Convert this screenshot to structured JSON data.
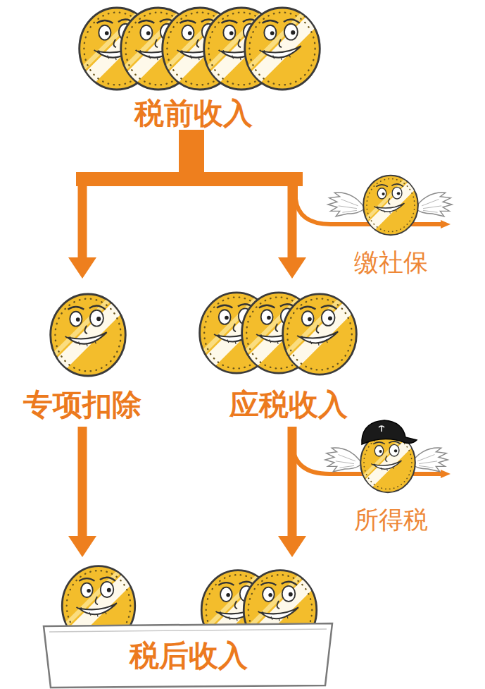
{
  "diagram": {
    "nodes": [
      {
        "text": [
          "税前收入"
        ]
      },
      {
        "text": [
          "缴社保"
        ]
      },
      {
        "text": [
          "专项扣除"
        ]
      },
      {
        "text": [
          "应税收入"
        ]
      },
      {
        "text": [
          "所得税"
        ]
      },
      {
        "text": [
          "税后收入"
        ]
      }
    ],
    "edges": [
      {
        "from": 0,
        "to": 2,
        "arrow": "to"
      },
      {
        "from": 0,
        "to": 3,
        "arrow": "to"
      },
      {
        "from": 0,
        "to": 1,
        "arrow": "to"
      },
      {
        "from": 2,
        "to": 5,
        "arrow": "to"
      },
      {
        "from": 3,
        "to": 5,
        "arrow": "to"
      },
      {
        "from": 3,
        "to": 4,
        "arrow": "to"
      }
    ]
  }
}
